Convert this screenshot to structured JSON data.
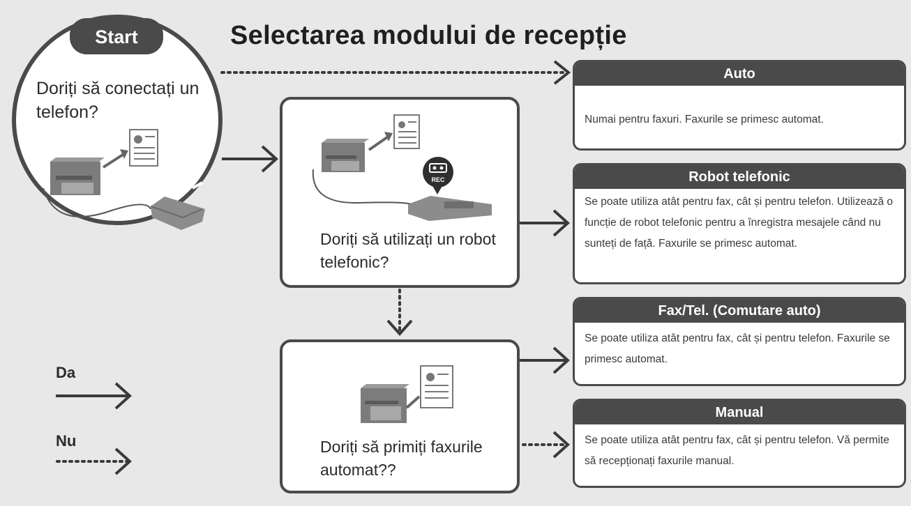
{
  "title": "Selectarea modului de recepție",
  "start": {
    "label": "Start",
    "question": "Doriți să conectați un telefon?"
  },
  "questions": [
    {
      "text": "Doriți să utilizați un robot telefonic?",
      "icon": "rec-icon",
      "icon_label": "REC"
    },
    {
      "text": "Doriți să primiți faxurile automat??"
    }
  ],
  "modes": [
    {
      "name": "Auto",
      "description": "Numai pentru faxuri. Faxurile se primesc automat."
    },
    {
      "name": "Robot telefonic",
      "description": "Se poate utiliza atât pentru fax, cât și pentru telefon. Utilizează o funcție de robot telefonic pentru a înregistra mesajele când nu sunteți de față. Faxurile se primesc automat."
    },
    {
      "name": "Fax/Tel. (Comutare auto)",
      "description": "Se poate utiliza atât pentru fax, cât și pentru telefon. Faxurile se primesc automat."
    },
    {
      "name": "Manual",
      "description": "Se poate utiliza atât pentru fax, cât și pentru telefon. Vă permite să recepționați faxurile manual."
    }
  ],
  "legend": {
    "yes_label": "Da",
    "no_label": "Nu"
  },
  "colors": {
    "background": "#e8e8e8",
    "dark": "#4a4a4a",
    "box": "#ffffff",
    "text": "#2b2b2b"
  }
}
